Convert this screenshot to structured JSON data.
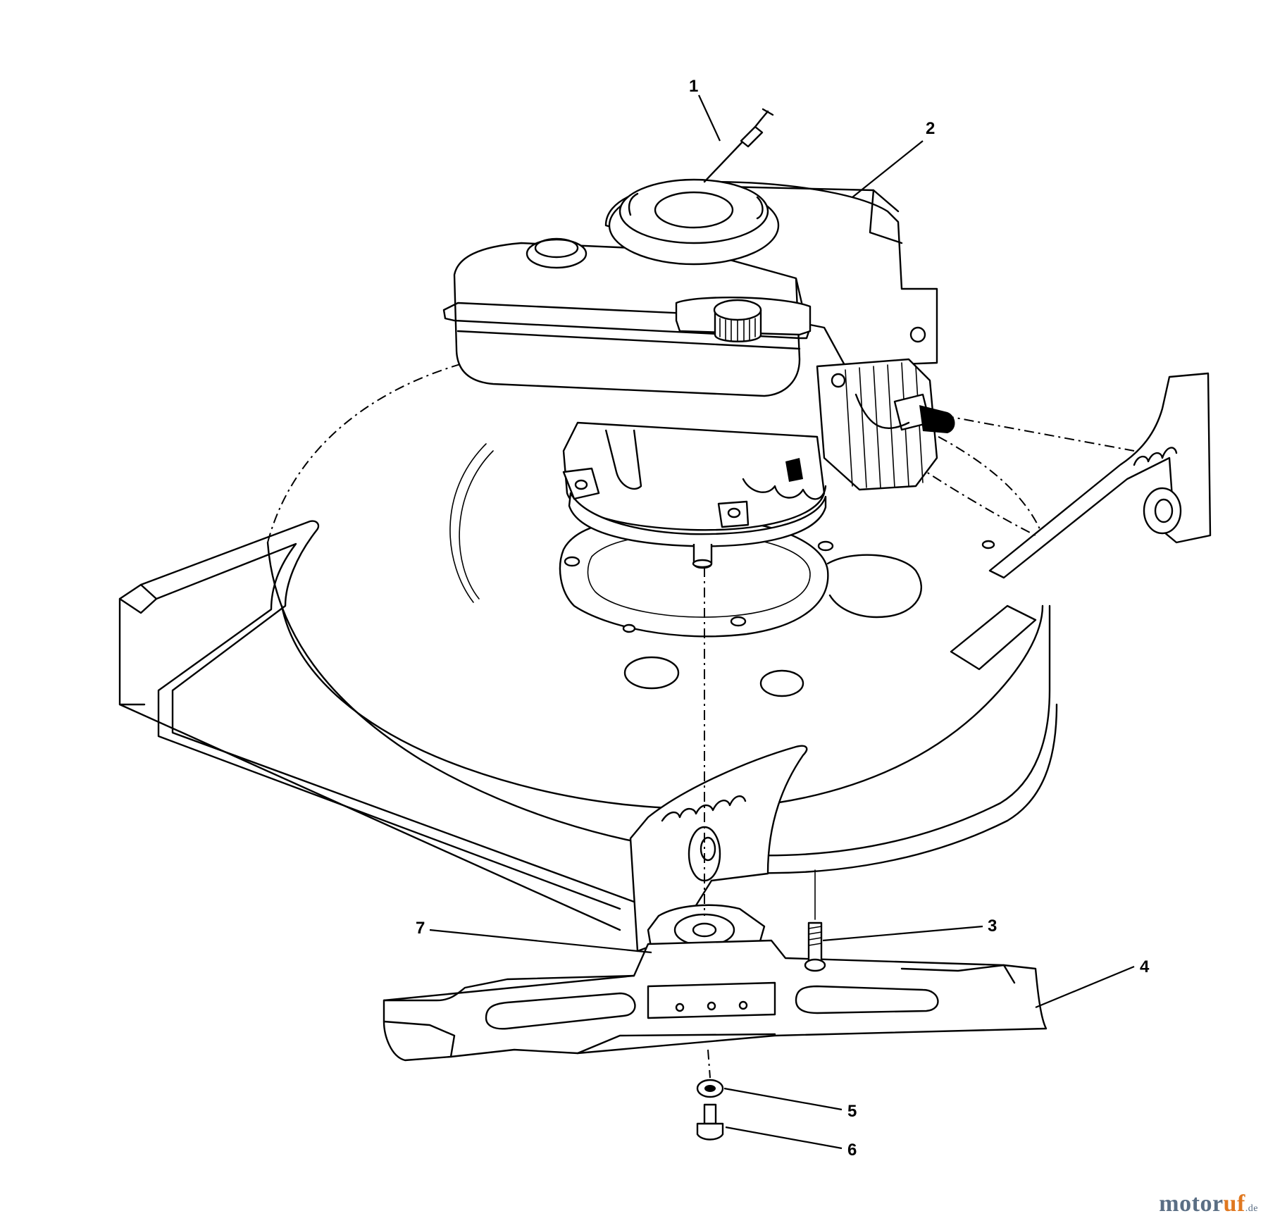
{
  "diagram": {
    "callouts": [
      {
        "id": "1",
        "label": "1"
      },
      {
        "id": "2",
        "label": "2"
      },
      {
        "id": "3",
        "label": "3"
      },
      {
        "id": "4",
        "label": "4"
      },
      {
        "id": "5",
        "label": "5"
      },
      {
        "id": "6",
        "label": "6"
      },
      {
        "id": "7",
        "label": "7"
      }
    ]
  },
  "watermark": {
    "prefix": "motor",
    "accent": "uf",
    "tld": ".de"
  },
  "colors": {
    "line": "#000000",
    "background": "#ffffff",
    "watermark_main": "#5a6e84",
    "watermark_accent": "#e07820"
  }
}
